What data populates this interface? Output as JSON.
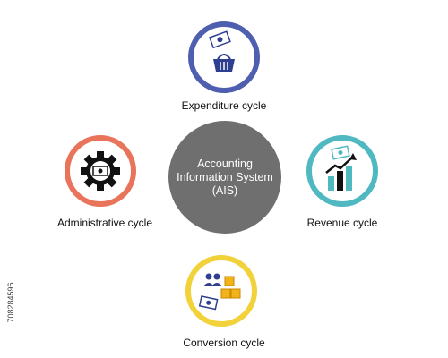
{
  "center": {
    "lines": [
      "Accounting",
      "Information System",
      "(AIS)"
    ]
  },
  "cycles": {
    "expenditure": {
      "label": "Expenditure cycle",
      "icon": "money-basket-icon",
      "color": "#4f5fb0"
    },
    "administrative": {
      "label": "Administrative cycle",
      "icon": "gear-money-icon",
      "color": "#e8745c"
    },
    "revenue": {
      "label": "Revenue cycle",
      "icon": "growth-chart-icon",
      "color": "#4fb8c0"
    },
    "conversion": {
      "label": "Conversion cycle",
      "icon": "people-boxes-icon",
      "color": "#f2d23a"
    }
  },
  "side_text": "708284596"
}
